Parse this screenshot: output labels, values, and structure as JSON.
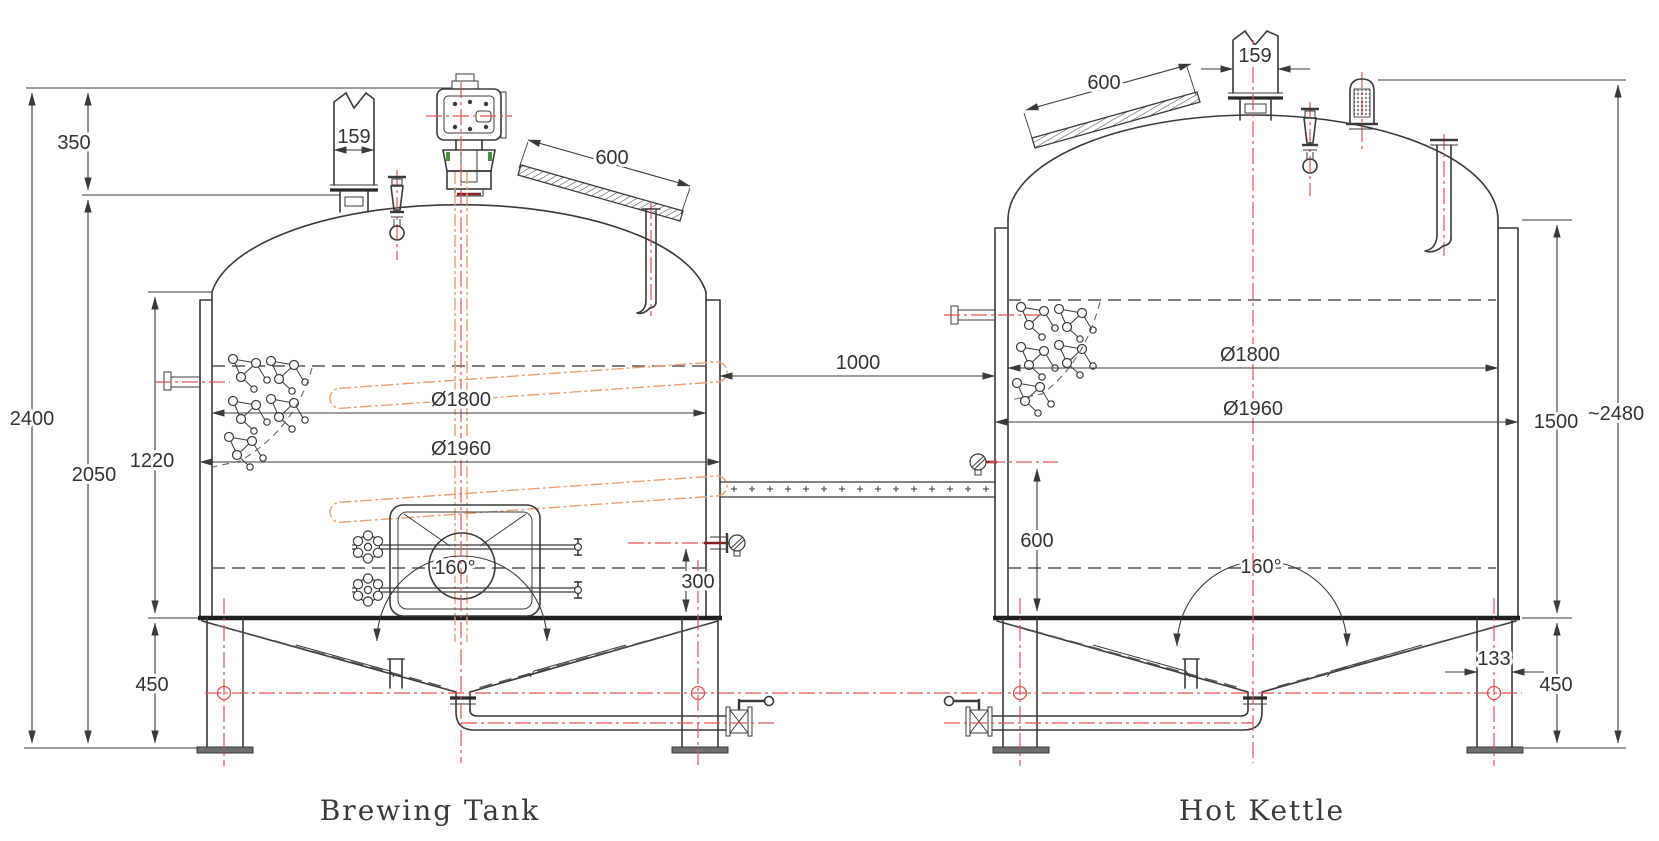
{
  "colors": {
    "line": "#3a3a3a",
    "centerline_red": "#e05353",
    "pipe_dark_red": "#8a2020",
    "agitator_orange": "#e8a070",
    "flange_green": "#4a8f3c",
    "background": "#ffffff"
  },
  "left_tank": {
    "title": "Brewing Tank",
    "dims": {
      "overall_height": "2400",
      "top_nozzle_height": "350",
      "body_height": "2050",
      "shell_height": "1220",
      "leg_height": "450",
      "vent_width": "159",
      "manway_length": "600",
      "inner_diameter": "Ø1800",
      "outer_diameter": "Ø1960",
      "side_port_height": "300",
      "cone_angle": "160°"
    }
  },
  "right_tank": {
    "title": "Hot Kettle",
    "dims": {
      "manway_length": "600",
      "vent_width": "159",
      "inner_diameter": "Ø1800",
      "outer_diameter": "Ø1960",
      "shell_height": "1500",
      "overall_height": "~2480",
      "side_port_height": "600",
      "cone_angle": "160°",
      "leg_width": "133",
      "leg_height": "450"
    }
  },
  "spacing": {
    "tank_gap": "1000"
  }
}
